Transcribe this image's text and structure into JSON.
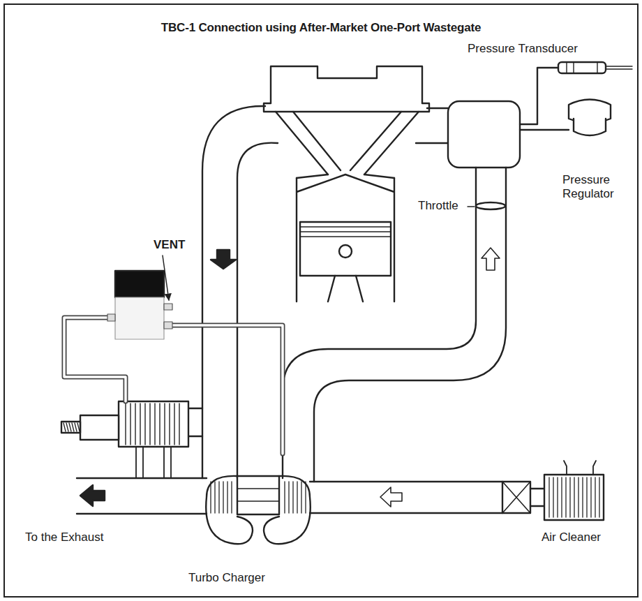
{
  "diagram": {
    "title": "TBC-1 Connection using After-Market One-Port Wastegate",
    "labels": [
      "VENT",
      "Pressure Transducer",
      "Pressure Regulator",
      "Throttle",
      "To the Exhaust",
      "Turbo Charger",
      "Air Cleaner"
    ]
  }
}
